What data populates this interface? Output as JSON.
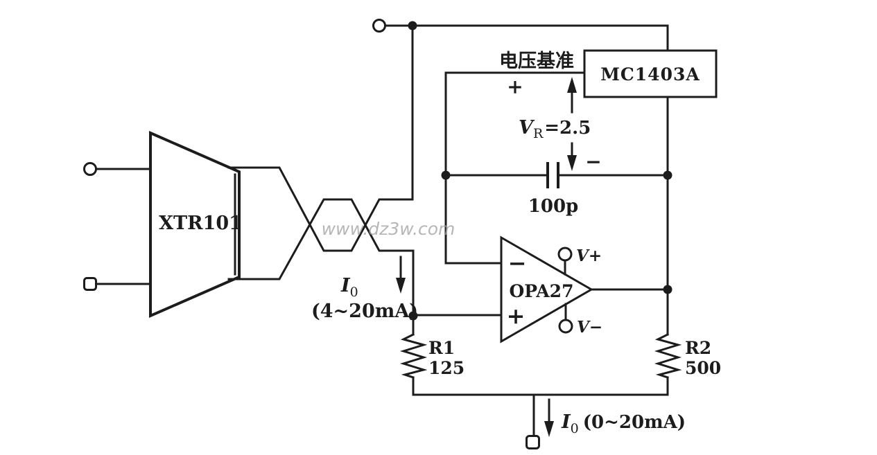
{
  "diagram": {
    "watermark": "www.dz3w.com",
    "colors": {
      "line": "#1c1c1c",
      "background": "#ffffff",
      "watermark": "#9e9e9e"
    },
    "components": {
      "xtr101": {
        "label": "XTR101"
      },
      "mc1403a": {
        "label": "MC1403A",
        "caption": "电压基准"
      },
      "opamp": {
        "label": "OPA27",
        "inverting_sign": "−",
        "noninverting_sign": "+",
        "supply_plus": "V+",
        "supply_minus": "V−"
      },
      "capacitor": {
        "value": "100p"
      },
      "r1": {
        "name": "R1",
        "value": "125"
      },
      "r2": {
        "name": "R2",
        "value": "500"
      }
    },
    "annotations": {
      "vref": {
        "plus": "+",
        "minus": "−",
        "symbol": "V",
        "subscript": "R",
        "equals": "=2.5"
      },
      "i_out_loop": {
        "symbol": "I",
        "subscript": "0",
        "range": "(4~20mA)"
      },
      "i_out_load": {
        "symbol": "I",
        "subscript": "0",
        "range": "(0~20mA)"
      }
    }
  }
}
